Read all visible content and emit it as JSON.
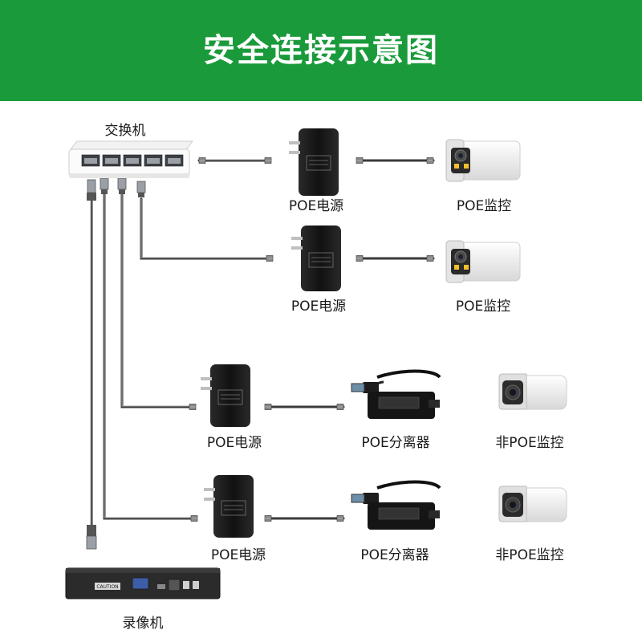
{
  "header": {
    "title": "安全连接示意图",
    "background_color": "#1a9a3a"
  },
  "switch": {
    "label": "交换机"
  },
  "rows": [
    {
      "power_label": "POE电源",
      "camera_label": "POE监控"
    },
    {
      "power_label": "POE电源",
      "camera_label": "POE监控"
    },
    {
      "power_label": "POE电源",
      "splitter_label": "POE分离器",
      "camera_label": "非POE监控"
    },
    {
      "power_label": "POE电源",
      "splitter_label": "POE分离器",
      "camera_label": "非POE监控"
    }
  ],
  "nvr": {
    "label": "录像机",
    "caution_text": "CAUTION"
  }
}
